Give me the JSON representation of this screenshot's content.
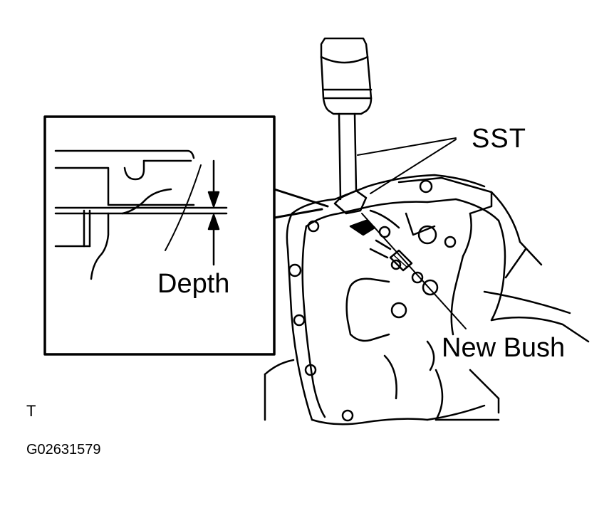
{
  "labels": {
    "sst": "SST",
    "depth": "Depth",
    "new_bush": "New Bush",
    "corner_mark": "T",
    "figure_code": "G02631579"
  },
  "colors": {
    "ink": "#000000",
    "paper": "#ffffff"
  }
}
